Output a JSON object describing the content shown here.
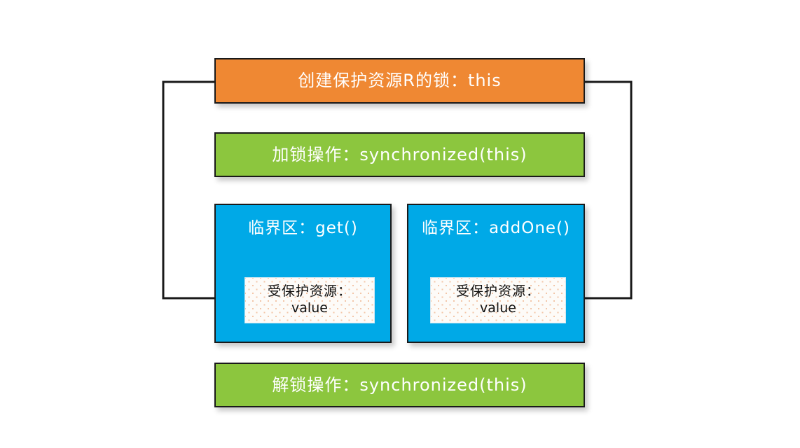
{
  "diagram": {
    "title_present": false,
    "background": "#ffffff",
    "nodes": {
      "lock": {
        "label": "创建保护资源R的锁：this",
        "color": "#ef8833",
        "text_color": "#ffffff"
      },
      "acquire": {
        "label": "加锁操作：synchronized(this)",
        "color": "#8cc63e",
        "text_color": "#ffffff"
      },
      "release": {
        "label": "解锁操作：synchronized(this)",
        "color": "#8cc63e",
        "text_color": "#ffffff"
      },
      "critical_get": {
        "label": "临界区：get()",
        "color": "#00a9e7",
        "text_color": "#ffffff",
        "resource": {
          "line1": "受保护资源：",
          "line2": "value"
        }
      },
      "critical_addone": {
        "label": "临界区：addOne()",
        "color": "#00a9e7",
        "text_color": "#ffffff",
        "resource": {
          "line1": "受保护资源：",
          "line2": "value"
        }
      }
    },
    "connectors": [
      {
        "name": "lock-to-get-resource",
        "from": "lock",
        "to": "critical_get.resource",
        "style": "orthogonal",
        "arrow": "right",
        "color": "#1a1a1a"
      },
      {
        "name": "lock-to-addone-resource",
        "from": "lock",
        "to": "critical_addone.resource",
        "style": "orthogonal",
        "arrow": "left",
        "color": "#1a1a1a"
      }
    ]
  }
}
